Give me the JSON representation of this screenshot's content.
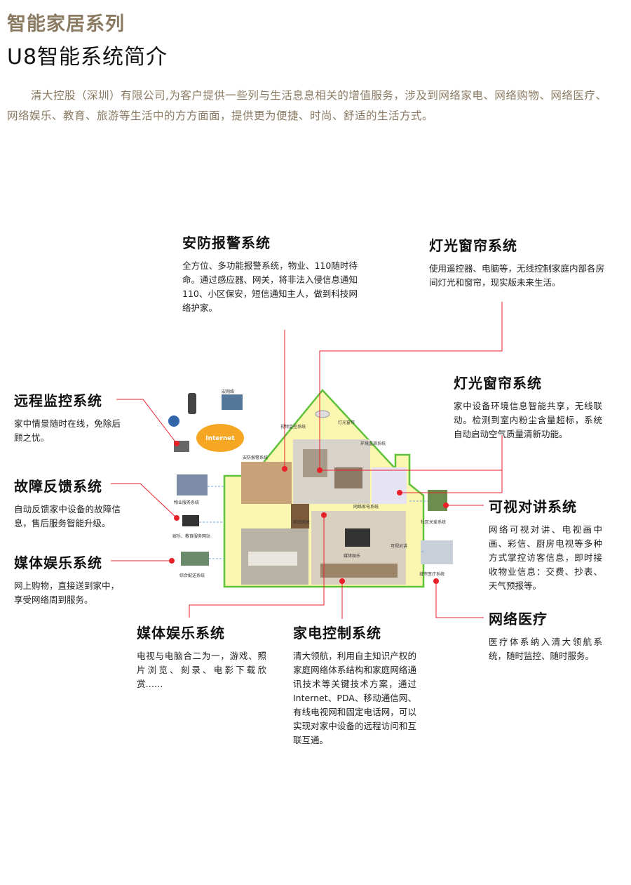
{
  "header": {
    "series": "智能家居系列",
    "subtitle": "U8智能系统简介"
  },
  "intro": "清大控股（深圳）有限公司,为客户提供一些列与生活息息相关的增值服务，涉及到网络家电、网络购物、网络医疗、网络娱乐、教育、旅游等生活中的方方面面，提供更为便捷、时尚、舒适的生活方式。",
  "systems": {
    "security": {
      "title": "安防报警系统",
      "desc": "全方位、多功能报警系统，物业、110随时待命。通过感应器、网关，将非法入侵信息通知110、小区保安，短信通知主人，做到科技网络护家。"
    },
    "lighting_top": {
      "title": "灯光窗帘系统",
      "desc": "使用遥控器、电脑等，无线控制家庭内部各房间灯光和窗帘，现实版未来生活。"
    },
    "lighting_mid": {
      "title": "灯光窗帘系统",
      "desc": "家中设备环境信息智能共享，无线联动。检测到室内粉尘含量超标，系统自动启动空气质量清新功能。"
    },
    "remote": {
      "title": "远程监控系统",
      "desc": "家中情景随时在线，免除后顾之忧。"
    },
    "fault": {
      "title": "故障反馈系统",
      "desc": "自动反馈家中设备的故障信息，售后服务智能升级。"
    },
    "media_left": {
      "title": "媒体娱乐系统",
      "desc": "网上购物，直接送到家中，享受网络周到服务。"
    },
    "intercom": {
      "title": "可视对讲系统",
      "desc": "网络可视对讲、电视画中画、彩信、厨房电视等多种方式掌控访客信息，即时接收物业信息：交费、抄表、天气预报等。"
    },
    "media_bottom": {
      "title": "媒体娱乐系统",
      "desc": "电视与电脑合二为一，游戏、照片浏览、刻录、电影下载欣赏……"
    },
    "appliance": {
      "title": "家电控制系统",
      "desc": "清大领航，利用自主知识产权的家庭网络体系结构和家庭网络通讯技术等关键技术方案，通过Internet、PDA、移动通信网、有线电视网和固定电话网，可以实现对家中设备的远程访问和互联互通。"
    },
    "medical": {
      "title": "网络医疗",
      "desc": "医疗体系纳入清大领航系统，随时监控、随时服务。"
    }
  },
  "diagram": {
    "internet": "Internet",
    "labels": {
      "photo": "宏网络",
      "monitor": "视频监控系统",
      "light": "灯光窗帘",
      "security": "安防报警系统",
      "env": "环境监测系统",
      "property": "物业服务系统",
      "game": "娱乐、教育服务网站",
      "shop": "综合配送系统",
      "gateway": "家庭网关",
      "appliance": "网络家电系统",
      "intercom": "可视对讲",
      "media": "媒体娱乐",
      "community": "社区关爱系统",
      "hospital": "城市医疗系统"
    },
    "colors": {
      "accent": "#e8202a",
      "brand": "#8a7a62",
      "house_outline": "#5ec13a",
      "house_fill": "#fbf6b0"
    }
  }
}
